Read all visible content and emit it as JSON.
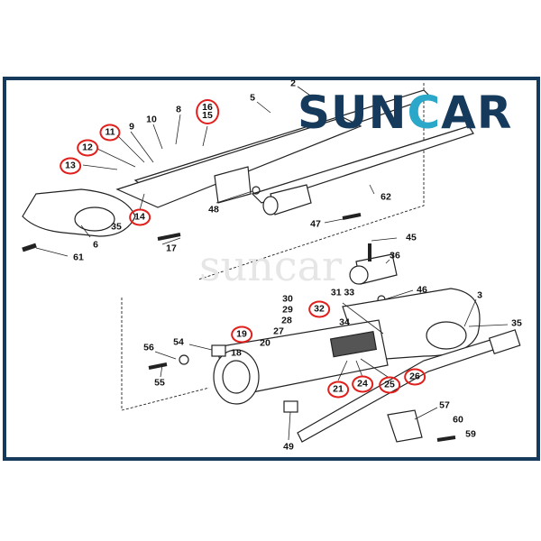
{
  "brand": {
    "logo_pre": "SUN",
    "logo_c": "C",
    "logo_post": "AR",
    "watermark": "suncar",
    "accent": "#2aa7c9",
    "navy": "#163a5c",
    "highlight": "#e0201c"
  },
  "parts": {
    "p2": "2",
    "p5": "5",
    "p8": "8",
    "p10": "10",
    "p9": "9",
    "p16": "16",
    "p15": "15",
    "p11": "11",
    "p12": "12",
    "p13": "13",
    "p14": "14",
    "p35a": "35",
    "p6": "6",
    "p61": "61",
    "p17": "17",
    "p48": "48",
    "p62": "62",
    "p47": "47",
    "p45": "45",
    "p36": "36",
    "p46": "46",
    "p31_33": "31 33",
    "p30": "30",
    "p29": "29",
    "p32": "32",
    "p28": "28",
    "p34": "34",
    "p27": "27",
    "p19": "19",
    "p20": "20",
    "p18": "18",
    "p3": "3",
    "p35b": "35",
    "p56": "56",
    "p54": "54",
    "p55": "55",
    "p21": "21",
    "p24": "24",
    "p25": "25",
    "p26": "26",
    "p57": "57",
    "p60": "60",
    "p59": "59",
    "p49": "49"
  }
}
